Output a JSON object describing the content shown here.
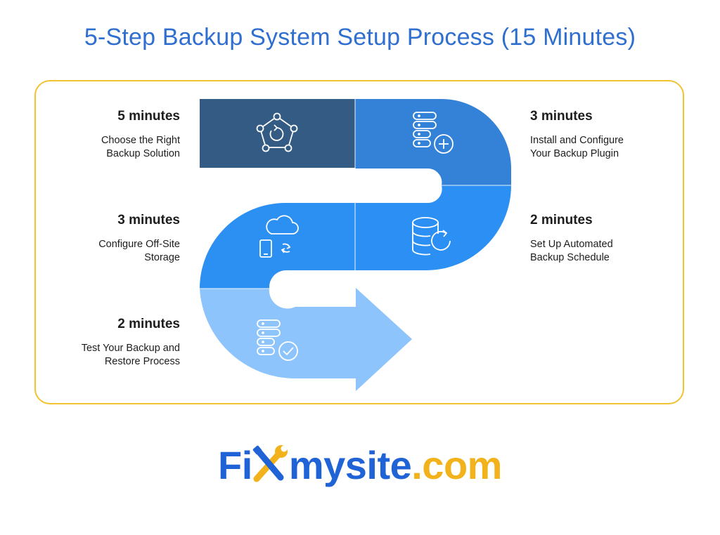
{
  "title": "5-Step Backup System Setup Process (15 Minutes)",
  "colors": {
    "accent_title": "#2f6fcf",
    "frame_border": "#f1c232",
    "step1": "#345b84",
    "step2": "#3382d7",
    "step3": "#2b8ff3",
    "step4": "#2c8ff2",
    "step5": "#8dc4fb"
  },
  "steps": [
    {
      "time": "5 minutes",
      "desc": "Choose the Right\nBackup Solution",
      "icon": "pentagon-cycle-icon"
    },
    {
      "time": "3 minutes",
      "desc": "Install and Configure\nYour Backup Plugin",
      "icon": "server-add-icon"
    },
    {
      "time": "2 minutes",
      "desc": "Set Up Automated\nBackup Schedule",
      "icon": "database-refresh-icon"
    },
    {
      "time": "3 minutes",
      "desc": "Configure Off-Site\nStorage",
      "icon": "cloud-sync-icon"
    },
    {
      "time": "2 minutes",
      "desc": "Test Your Backup and\nRestore Process",
      "icon": "server-check-icon"
    }
  ],
  "logo": {
    "part1": "Fi",
    "part2": "mysite",
    "part3": ".com"
  }
}
